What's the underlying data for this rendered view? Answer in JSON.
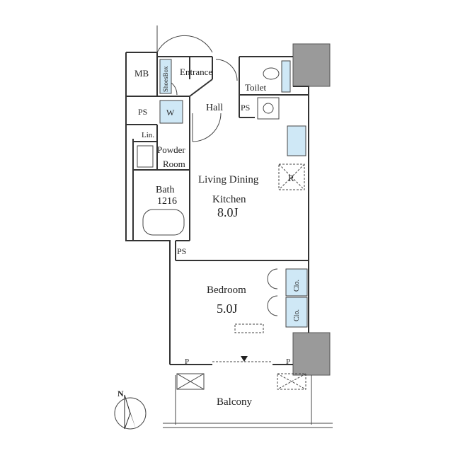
{
  "rooms": {
    "mb": "MB",
    "entrance": "Entrance",
    "shoes_box": "ShoesBox",
    "toilet": "Toilet",
    "ps_left": "PS",
    "washer": "W",
    "hall": "Hall",
    "ps_kitchen": "PS",
    "linen": "Lin.",
    "powder_line1": "Powder",
    "powder_line2": "Room",
    "refrigerator": "R",
    "bath_line1": "Bath",
    "bath_line2": "1216",
    "ldk_line1": "Living Dining",
    "ldk_line2": "Kitchen",
    "ldk_size": "8.0J",
    "ps_lower": "PS",
    "bedroom": "Bedroom",
    "bedroom_size": "5.0J",
    "closet_1": "Clo.",
    "closet_2": "Clo.",
    "p_left": "P",
    "p_right": "P",
    "balcony": "Balcony"
  },
  "compass": {
    "north": "N"
  },
  "colors": {
    "fixture_blue": "#cfe8f6",
    "column_gray": "#9a9a9a",
    "wall": "#333333"
  }
}
